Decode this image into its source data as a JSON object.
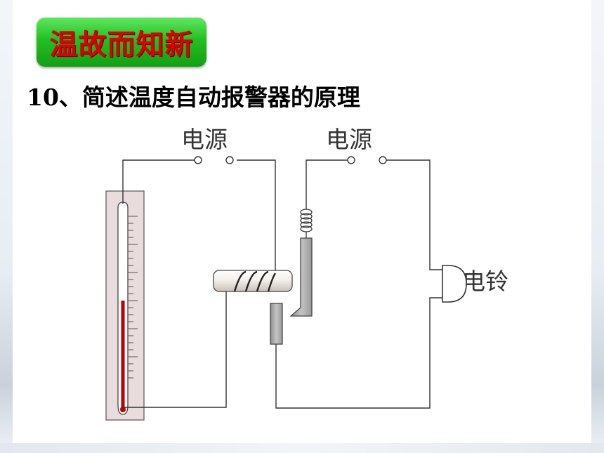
{
  "header": {
    "title": "温故而知新"
  },
  "question": {
    "text": "10、简述温度自动报警器的原理"
  },
  "diagram": {
    "power_label_left": "电源",
    "power_label_right": "电源",
    "bell_label": "电铃"
  },
  "colors": {
    "title_bg": "#22c022",
    "title_text": "#e00000",
    "wire": "#333333",
    "mercury": "#c00000",
    "board": "#e8dcdc",
    "contact": "#a8a8a8"
  }
}
